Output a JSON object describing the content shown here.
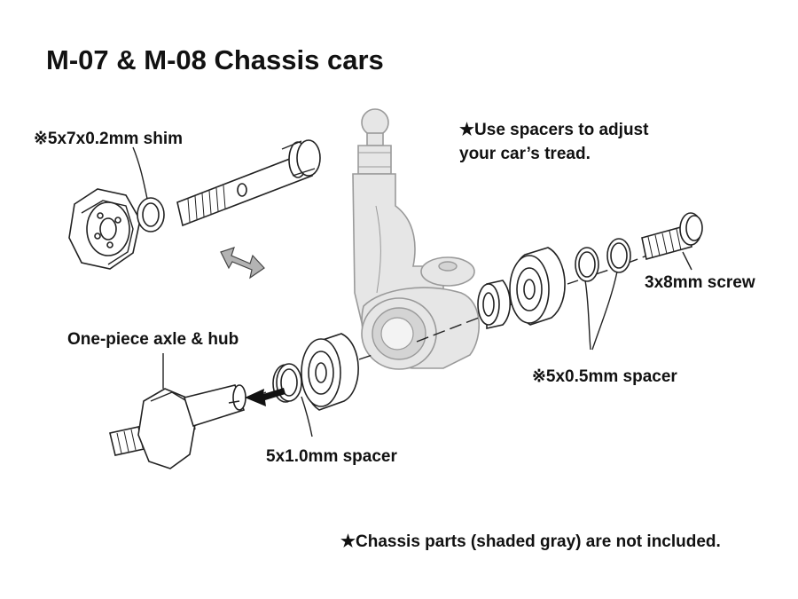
{
  "title": "M-07 & M-08 Chassis cars",
  "labels": {
    "shim": "※5x7x0.2mm shim",
    "note_tread_line1": "★Use spacers to adjust",
    "note_tread_line2": "your car’s tread.",
    "screw": "3x8mm screw",
    "axle_hub": "One-piece axle & hub",
    "spacer_05": "※5x0.5mm spacer",
    "spacer_10": "5x1.0mm spacer",
    "footer_note": "★Chassis parts (shaded gray) are not included."
  },
  "colors": {
    "chassis_fill": "#e6e6e6",
    "chassis_stroke": "#9a9a9a",
    "line": "#222222",
    "swap_arrow": "#b3b3b3"
  },
  "icons": [
    "double-arrow-icon",
    "direction-arrow-icon"
  ]
}
